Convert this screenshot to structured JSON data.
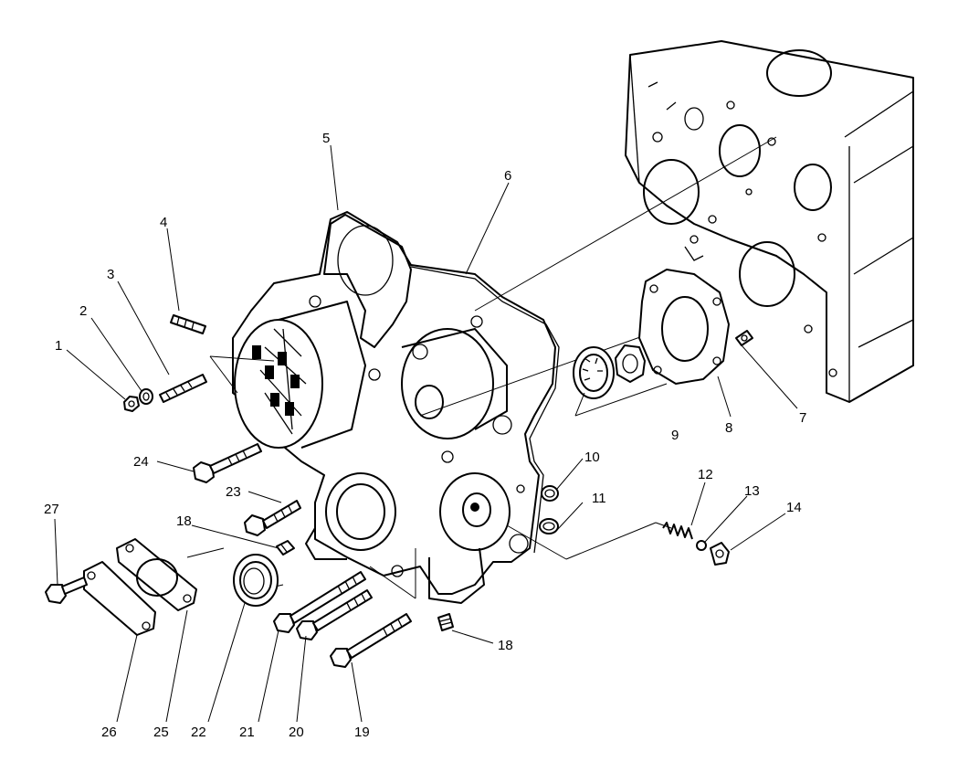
{
  "diagram": {
    "callouts": [
      {
        "id": "c1",
        "label": "1"
      },
      {
        "id": "c2",
        "label": "2"
      },
      {
        "id": "c3",
        "label": "3"
      },
      {
        "id": "c4",
        "label": "4"
      },
      {
        "id": "c5",
        "label": "5"
      },
      {
        "id": "c6",
        "label": "6"
      },
      {
        "id": "c7",
        "label": "7"
      },
      {
        "id": "c8",
        "label": "8"
      },
      {
        "id": "c9",
        "label": "9"
      },
      {
        "id": "c10",
        "label": "10"
      },
      {
        "id": "c11",
        "label": "11"
      },
      {
        "id": "c12",
        "label": "12"
      },
      {
        "id": "c13",
        "label": "13"
      },
      {
        "id": "c14",
        "label": "14"
      },
      {
        "id": "c18a",
        "label": "18"
      },
      {
        "id": "c18b",
        "label": "18"
      },
      {
        "id": "c19",
        "label": "19"
      },
      {
        "id": "c20",
        "label": "20"
      },
      {
        "id": "c21",
        "label": "21"
      },
      {
        "id": "c22",
        "label": "22"
      },
      {
        "id": "c23",
        "label": "23"
      },
      {
        "id": "c24",
        "label": "24"
      },
      {
        "id": "c25",
        "label": "25"
      },
      {
        "id": "c26",
        "label": "26"
      },
      {
        "id": "c27",
        "label": "27"
      }
    ]
  }
}
